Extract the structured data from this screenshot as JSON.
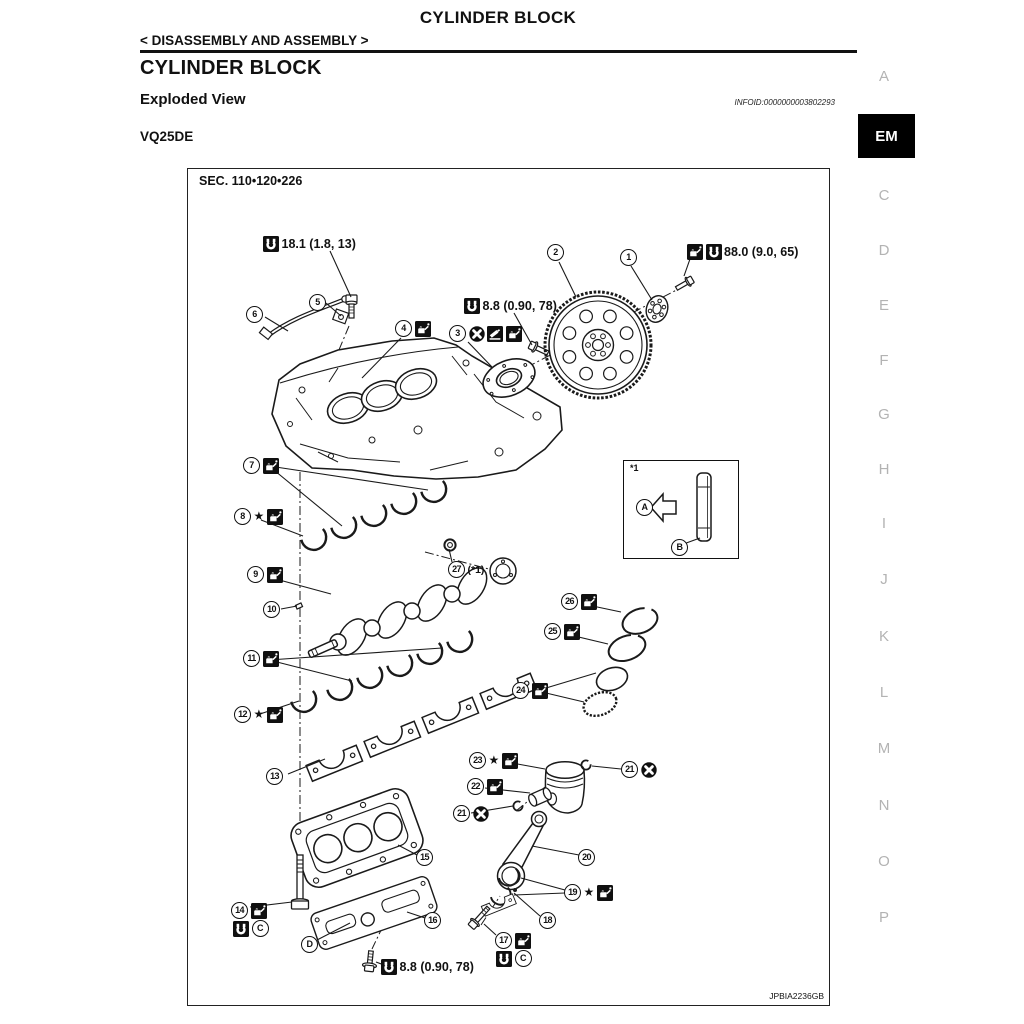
{
  "page": {
    "header_title": "CYLINDER BLOCK",
    "breadcrumb": "< DISASSEMBLY AND ASSEMBLY >",
    "section_title": "CYLINDER BLOCK",
    "subsection_title": "Exploded View",
    "infoid": "INFOID:0000000003802293",
    "variant_label": "VQ25DE"
  },
  "sidebar": {
    "items": [
      "A",
      "EM",
      "C",
      "D",
      "E",
      "F",
      "G",
      "H",
      "I",
      "J",
      "K",
      "L",
      "M",
      "N",
      "O",
      "P"
    ],
    "active": "EM"
  },
  "figure": {
    "sec_label": "SEC. 110•120•226",
    "figure_code": "JPBIA2236GB",
    "inset_note": "*1",
    "star": "★",
    "note_27": "(*1)",
    "torque_tube": "18.1 (1.8, 13)",
    "torque_flywheel": "88.0 (9.0, 65)",
    "torque_seal": "8.8 (0.90, 78)",
    "torque_baffle": "8.8 (0.90, 78)",
    "letters": {
      "A": "A",
      "B": "B",
      "C": "C",
      "D": "D"
    },
    "callouts": {
      "c1": "1",
      "c2": "2",
      "c3": "3",
      "c4": "4",
      "c5": "5",
      "c6": "6",
      "c7": "7",
      "c8": "8",
      "c9": "9",
      "c10": "10",
      "c11": "11",
      "c12": "12",
      "c13": "13",
      "c14": "14",
      "c15": "15",
      "c16": "16",
      "c17": "17",
      "c18": "18",
      "c19": "19",
      "c20": "20",
      "c21": "21",
      "c22": "22",
      "c23": "23",
      "c24": "24",
      "c25": "25",
      "c26": "26",
      "c27": "27"
    }
  }
}
